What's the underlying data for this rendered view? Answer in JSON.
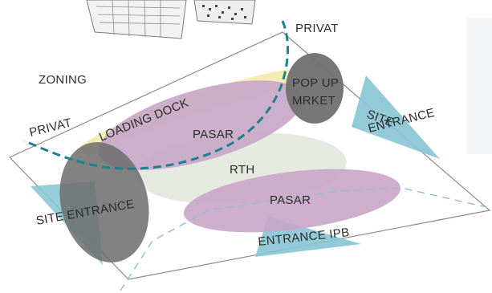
{
  "labels": {
    "zoning": "ZONING",
    "privat_top": "PRIVAT",
    "privat_left": "PRIVAT",
    "loading_dock": "LOADING DOCK",
    "pasar_top": "PASAR",
    "pop_up_line1": "POP UP",
    "pop_up_line2": "MRKET",
    "site_entrance_right_line1": "SITE",
    "site_entrance_right_line2": "ENTRANCE",
    "rth": "RTH",
    "site_entrance_left": "SITE ENTRANCE",
    "pasar_bottom": "PASAR",
    "entrance_ipb": "ENTRANCE IPB"
  },
  "colors": {
    "pasar": "#c9a8c8",
    "pasar_stroke": "#b391b3",
    "loading_dock": "#f3ecb0",
    "rth": "#e3e8df",
    "grey_zone": "#6f6f6f",
    "entrance_blue": "#7fc1d1",
    "path_teal": "#1e7f8f",
    "outline": "#8a8a8a"
  }
}
